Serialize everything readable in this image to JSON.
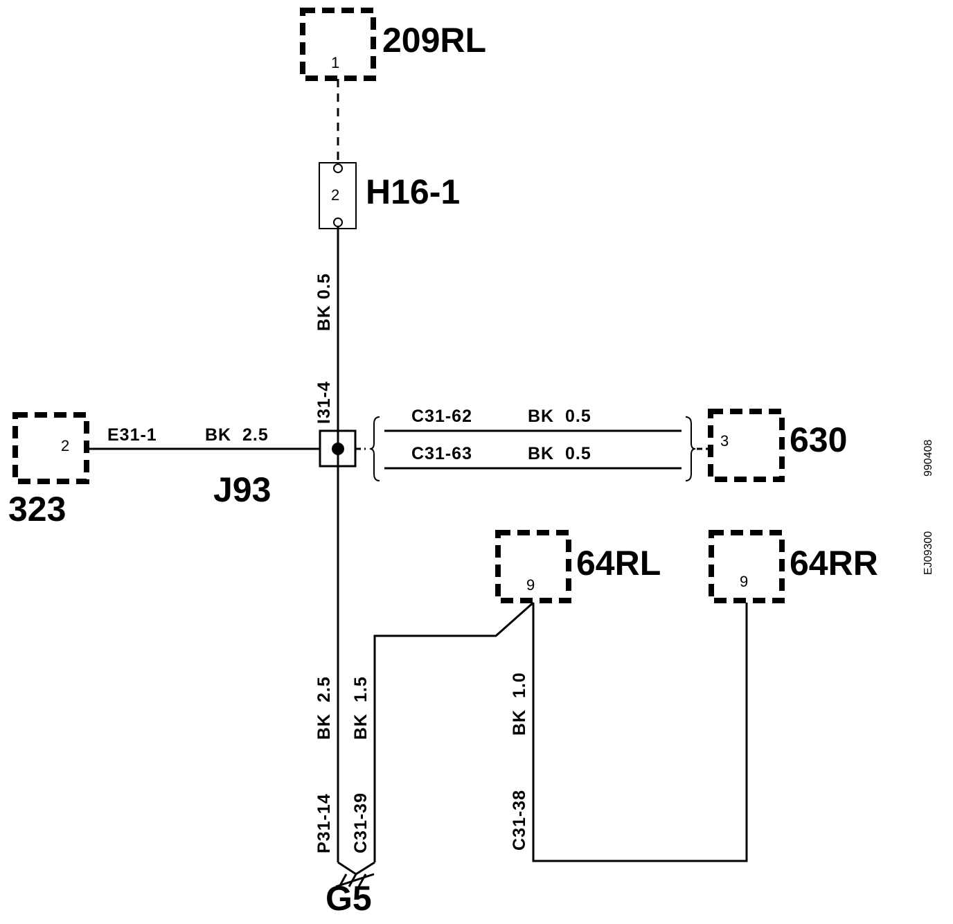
{
  "components": {
    "c209rl": {
      "label": "209RL",
      "pin": "1"
    },
    "c323": {
      "label": "323",
      "pin": "2"
    },
    "c630": {
      "label": "630",
      "pin": "3"
    },
    "c64rl": {
      "label": "64RL",
      "pin": "9"
    },
    "c64rr": {
      "label": "64RR",
      "pin": "9"
    },
    "h16": {
      "label": "H16-1",
      "pin": "2"
    },
    "j93": {
      "label": "J93"
    },
    "g5": {
      "label": "G5"
    }
  },
  "wires": {
    "e31_1": {
      "id": "E31-1",
      "spec": "BK  2.5"
    },
    "bk05_vertical": {
      "spec": "BK 0.5"
    },
    "i31_4": {
      "id": "I31-4"
    },
    "c31_62": {
      "id": "C31-62",
      "spec": "BK  0.5"
    },
    "c31_63": {
      "id": "C31-63",
      "spec": "BK  0.5"
    },
    "p31_14": {
      "id": "P31-14",
      "spec": "BK  2.5"
    },
    "c31_39": {
      "id": "C31-39",
      "spec": "BK  1.5"
    },
    "c31_38": {
      "id": "C31-38",
      "spec": "BK  1.0"
    }
  },
  "side_codes": {
    "date": "990408",
    "doc": "EJ09300"
  }
}
